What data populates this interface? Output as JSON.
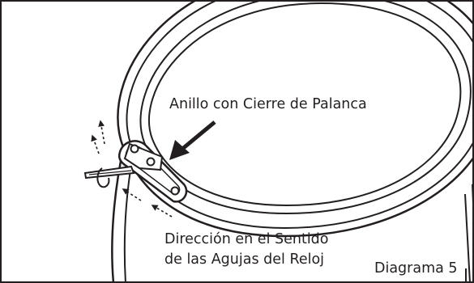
{
  "figure": {
    "ring_label": "Anillo con Cierre de Palanca",
    "direction_label_line1": "Dirección en el Sentido",
    "direction_label_line2": "de las Agujas del Reloj",
    "diagram_label": "Diagrama 5"
  },
  "colors": {
    "ink": "#231f20",
    "background": "#ffffff"
  },
  "icons": {
    "pointer": "arrow-icon",
    "direction": "small-arrow-icon"
  }
}
